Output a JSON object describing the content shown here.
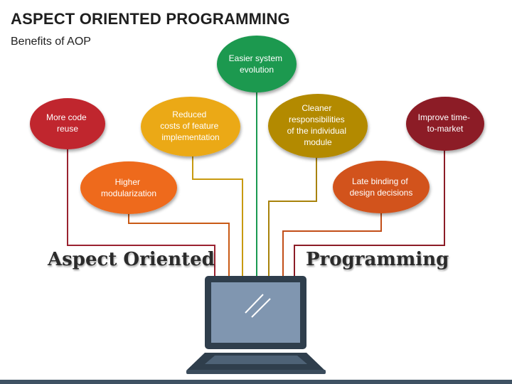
{
  "title": "ASPECT ORIENTED PROGRAMMING",
  "subtitle": "Benefits of AOP",
  "banner": {
    "left": "Aspect Oriented",
    "right": "Programming"
  },
  "benefits": [
    {
      "lines": [
        "More code",
        "reuse"
      ],
      "color": "#c0272d"
    },
    {
      "lines": [
        "Higher",
        "modularization"
      ],
      "color": "#ee6a1b"
    },
    {
      "lines": [
        "Reduced",
        "costs of feature",
        "implementation"
      ],
      "color": "#eba917"
    },
    {
      "lines": [
        "Easier system",
        "evolution"
      ],
      "color": "#1a9950"
    },
    {
      "lines": [
        "Cleaner",
        "responsibilities",
        "of the individual",
        "module"
      ],
      "color": "#b38a00"
    },
    {
      "lines": [
        "Late binding of",
        "design decisions"
      ],
      "color": "#d2531a"
    },
    {
      "lines": [
        "Improve time-",
        "to-market"
      ],
      "color": "#8c1c26"
    }
  ],
  "colors": {
    "laptop_frame": "#2f3e4c",
    "laptop_screen": "#8096b0",
    "text": "#1f1f1f"
  },
  "icons": [
    "laptop-icon"
  ]
}
